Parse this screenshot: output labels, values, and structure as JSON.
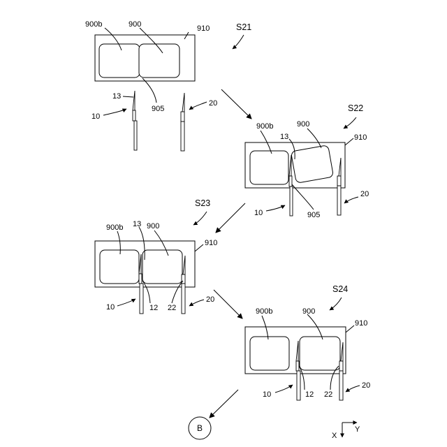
{
  "steps": {
    "s21": "S21",
    "s22": "S22",
    "s23": "S23",
    "s24": "S24"
  },
  "refs": {
    "sheet_b": "900b",
    "sheet": "900",
    "tray": "910",
    "fold": "905",
    "tip": "13",
    "blade1": "10",
    "blade2": "20",
    "edge1": "12",
    "edge2": "22"
  },
  "connector": "B",
  "axes": {
    "x": "X",
    "y": "Y"
  }
}
